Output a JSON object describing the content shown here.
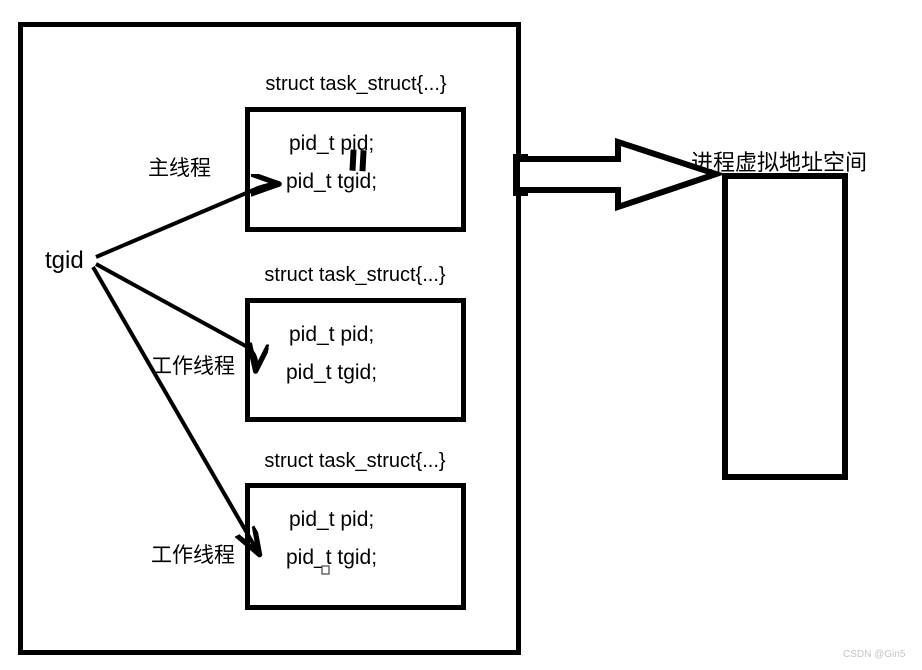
{
  "diagram": {
    "tgid_label": "tgid",
    "threads": [
      {
        "role": "主线程",
        "title": "struct task_struct{...}",
        "field_pid": "pid_t pid;",
        "field_tgid": "pid_t tgid;"
      },
      {
        "role": "工作线程",
        "title": "struct task_struct{...}",
        "field_pid": "pid_t pid;",
        "field_tgid": "pid_t tgid;"
      },
      {
        "role": "工作线程",
        "title": "struct task_struct{...}",
        "field_pid": "pid_t pid;",
        "field_tgid": "pid_t tgid;"
      }
    ],
    "right_title": "进程虚拟地址空间",
    "watermark": "CSDN @Gin5",
    "colors": {
      "line": "#000000",
      "watermark": "#c4c4c4"
    }
  }
}
